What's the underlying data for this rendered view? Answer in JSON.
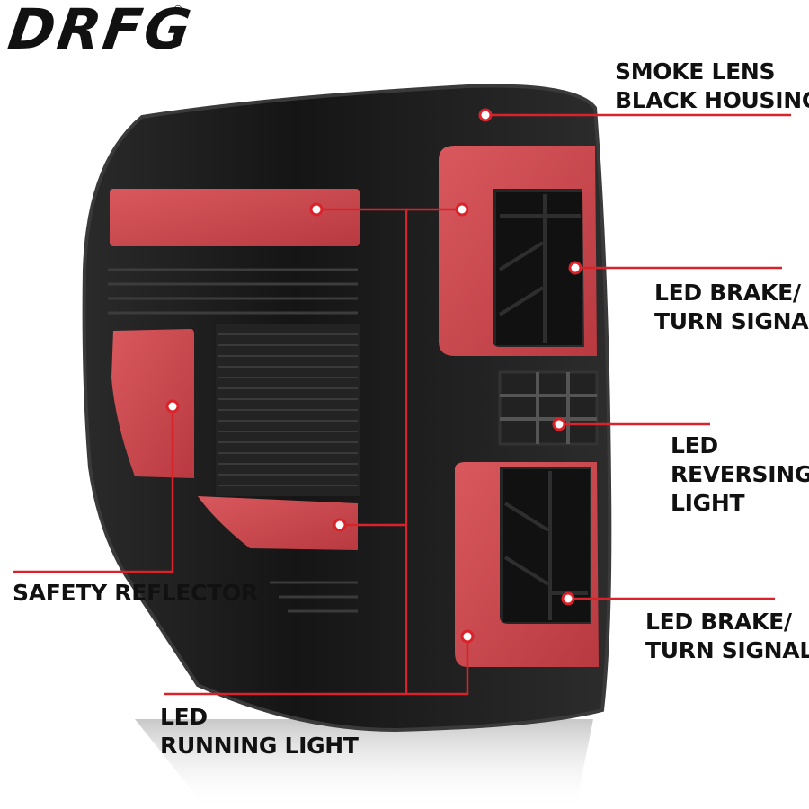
{
  "brand": {
    "logo_text": "DRFG",
    "registered_mark": "®"
  },
  "callouts": {
    "smoke_lens": {
      "line1": "SMOKE LENS",
      "line2": "BLACK HOUSING"
    },
    "brake_upper": {
      "line1": "LED BRAKE/",
      "line2": "TURN SIGNAL"
    },
    "reversing": {
      "line1": "LED",
      "line2": "REVERSING",
      "line3": "LIGHT"
    },
    "brake_lower": {
      "line1": "LED BRAKE/",
      "line2": "TURN SIGNAL"
    },
    "safety_reflector": {
      "line1": "SAFETY REFLECTOR"
    },
    "running_light": {
      "line1": "LED",
      "line2": "RUNNING LIGHT"
    }
  },
  "colors": {
    "housing": "#1a1a1a",
    "red_lens": "#c9474d",
    "callout_line": "#d9222a",
    "text": "#111111"
  }
}
